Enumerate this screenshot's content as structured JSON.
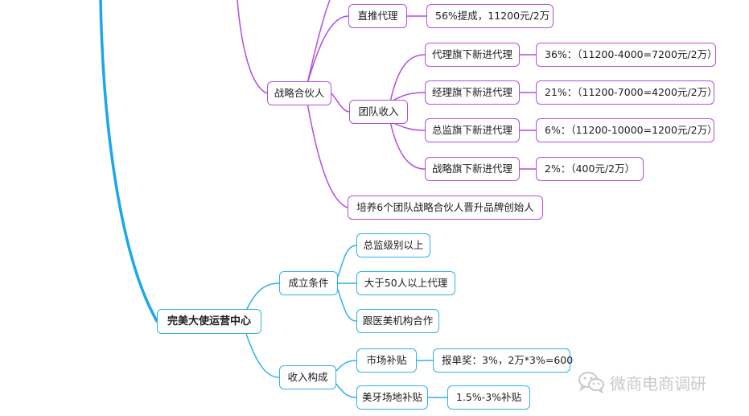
{
  "nodes": {
    "zhituidaili": "直推代理",
    "zhitui_rate": "56%提成，11200元/2万",
    "zhanlue": "战略合伙人",
    "tuandui": "团队收入",
    "daili_xia": "代理旗下新进代理",
    "daili_rate": "36%：（11200-4000=7200元/2万）",
    "jingli_xia": "经理旗下新进代理",
    "jingli_rate": "21%：（11200-7000=4200元/2万）",
    "zongjian_xia": "总监旗下新进代理",
    "zongjian_rate": "6%：（11200-10000=1200元/2万）",
    "zhanlue_xia": "战略旗下新进代理",
    "zhanlue_rate": "2%：（400元/2万）",
    "peiyang": "培养6个团队战略合伙人晋升品牌创始人",
    "wanmei": "完美大使运营中心",
    "chengli": "成立条件",
    "cond1": "总监级别以上",
    "cond2": "大于50人以上代理",
    "cond3": "跟医美机构合作",
    "shouru": "收入构成",
    "shichang": "市场补贴",
    "shichang_rate": "报单奖：3%，2万*3%=600",
    "meiya": "美牙场地补贴",
    "meiya_rate": "1.5%-3%补贴"
  },
  "colors": {
    "root_branch": "#1aa7ec",
    "purple_branch": "#b04fe0",
    "blue_branch": "#2fb2ea",
    "watermark": "#c9c9c9"
  },
  "watermark": {
    "icon": "wechat-icon",
    "text": "微商电商调研"
  }
}
